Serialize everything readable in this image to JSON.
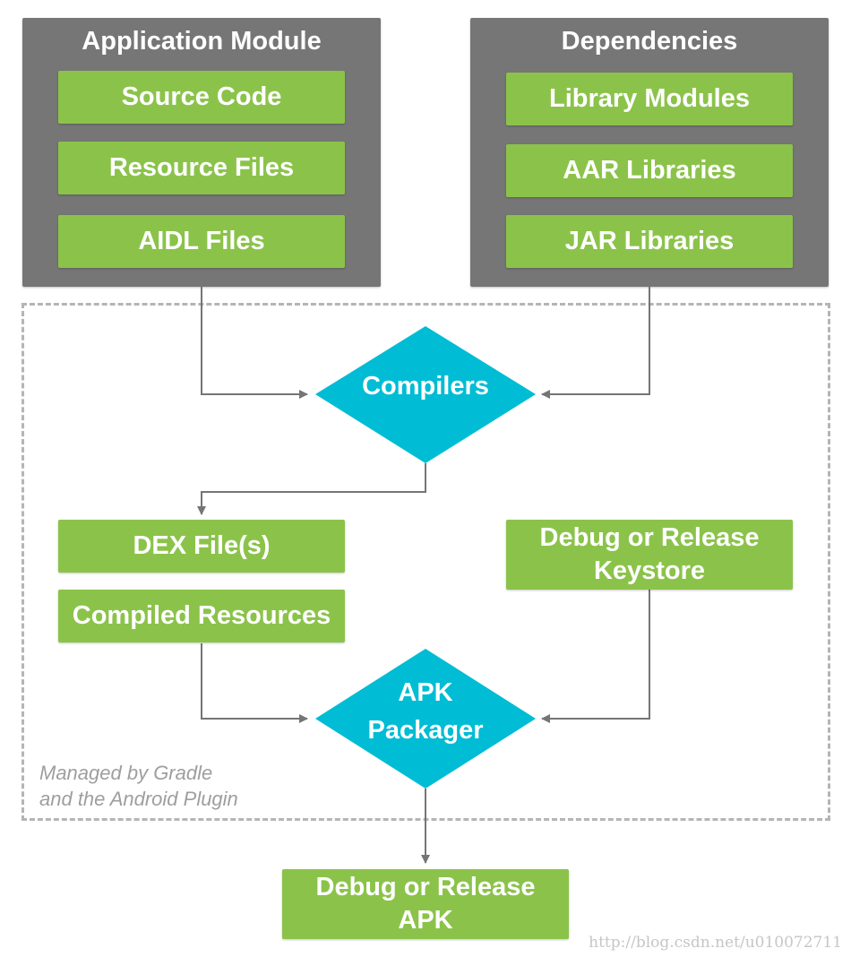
{
  "application_module": {
    "title": "Application Module",
    "items": [
      "Source Code",
      "Resource Files",
      "AIDL Files"
    ]
  },
  "dependencies": {
    "title": "Dependencies",
    "items": [
      "Library Modules",
      "AAR Libraries",
      "JAR Libraries"
    ]
  },
  "compilers": "Compilers",
  "compiled_outputs": [
    "DEX File(s)",
    "Compiled Resources"
  ],
  "keystore": {
    "line1": "Debug or Release",
    "line2": "Keystore"
  },
  "apk_packager": {
    "line1": "APK",
    "line2": "Packager"
  },
  "gradle_note": {
    "line1": "Managed by Gradle",
    "line2": "and the Android Plugin"
  },
  "final_output": {
    "line1": "Debug or Release",
    "line2": "APK"
  },
  "watermark": "http://blog.csdn.net/u010072711",
  "colors": {
    "panel": "#767676",
    "green": "#8bc34a",
    "diamond": "#00bcd4",
    "arrow": "#757575",
    "dashed_border": "#b5b5b5",
    "note_text": "#9e9e9e"
  }
}
